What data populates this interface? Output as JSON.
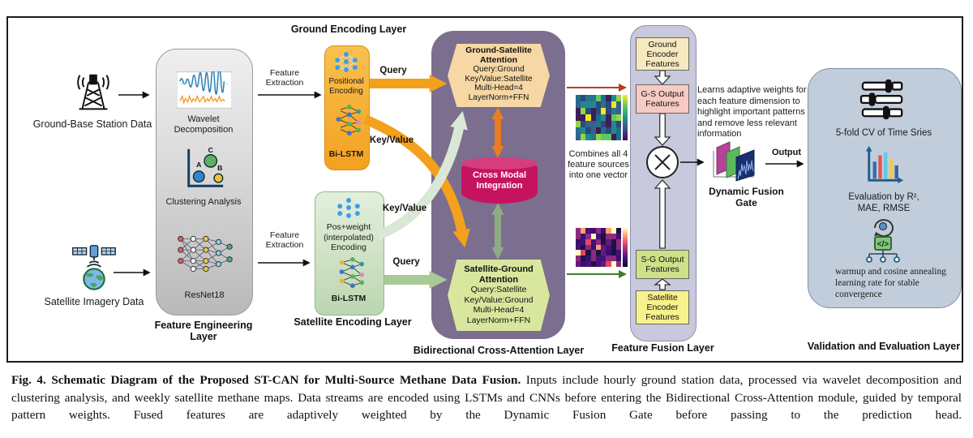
{
  "colors": {
    "orange_arrow": "#f3a01d",
    "pale_green_arrow": "#d9e8d5",
    "medium_green_arrow": "#a9c996",
    "purple_panel": "#7b6e8f",
    "magenta_cylinder": "#c6135f",
    "attention_hex_top": "#f7d7a4",
    "attention_hex_bottom": "#d9e79e",
    "fusion_panel": "#c8c9dc",
    "validation_panel": "#c2cddb",
    "red_arrow": "#c23a1e",
    "green_arrow": "#3f7d27"
  },
  "inputs": {
    "ground_label": "Ground-Base Station Data",
    "satellite_label": "Satellite Imagery Data"
  },
  "feature_engineering": {
    "title": "Feature Engineering Layer",
    "wavelet": "Wavelet Decomposition",
    "clustering": "Clustering Analysis",
    "resnet": "ResNet18"
  },
  "extraction_label": "Feature Extraction",
  "ground_encoding": {
    "title": "Ground Encoding Layer",
    "block1": "Positional Encoding",
    "block2": "Bi-LSTM"
  },
  "satellite_encoding": {
    "title": "Satellite Encoding Layer",
    "block1": "Pos+weight (interpolated) Encoding",
    "block2": "Bi-LSTM"
  },
  "arrow_labels": {
    "query_top": "Query",
    "keyvalue_top": "Key/Value",
    "keyvalue_bottom": "Key/Value",
    "query_bottom": "Query"
  },
  "cross_attention": {
    "title": "Bidirectional Cross-Attention Layer",
    "gs": {
      "heading": "Ground-Satellite Attention",
      "lines": [
        "Query:Ground",
        "Key/Value:Satellite",
        "Multi-Head=4",
        "LayerNorm+FFN"
      ]
    },
    "integration": "Cross Modal Integration",
    "sg": {
      "heading": "Satellite-Ground Attention",
      "lines": [
        "Query:Satellite",
        "Key/Value:Ground",
        "Multi-Head=4",
        "LayerNorm+FFN"
      ]
    }
  },
  "combine_note": "Combines all 4 feature sources into one vector",
  "feature_fusion": {
    "title": "Feature Fusion Layer",
    "boxes": [
      "Ground Encoder Features",
      "G-S Output Features",
      "S-G Output Features",
      "Satellite Encoder Features"
    ]
  },
  "adaptive_note": "Learns adaptive weights for each feature dimension to highlight important patterns and remove less relevant information",
  "gate": {
    "output_label": "Output",
    "label": "Dynamic Fusion Gate"
  },
  "validation": {
    "title": "Validation and Evaluation Layer",
    "cv": "5-fold CV of Time Sries",
    "eval_line1": "Evaluation by R²,",
    "eval_line2": "MAE, RMSE",
    "warmup": "warmup and cosine annealing learning rate for stable convergence"
  },
  "caption": {
    "fig": "Fig. 4.",
    "bold": "Schematic Diagram of the Proposed ST-CAN for Multi-Source Methane Data Fusion.",
    "body": "Inputs include hourly ground station data, processed via wavelet decomposition and clustering analysis, and weekly satellite methane maps. Data streams are encoded using LSTMs and CNNs before entering the Bidirectional Cross-Attention module, guided by temporal pattern weights. Fused features are adaptively weighted by the Dynamic Fusion Gate before passing to the prediction head."
  }
}
